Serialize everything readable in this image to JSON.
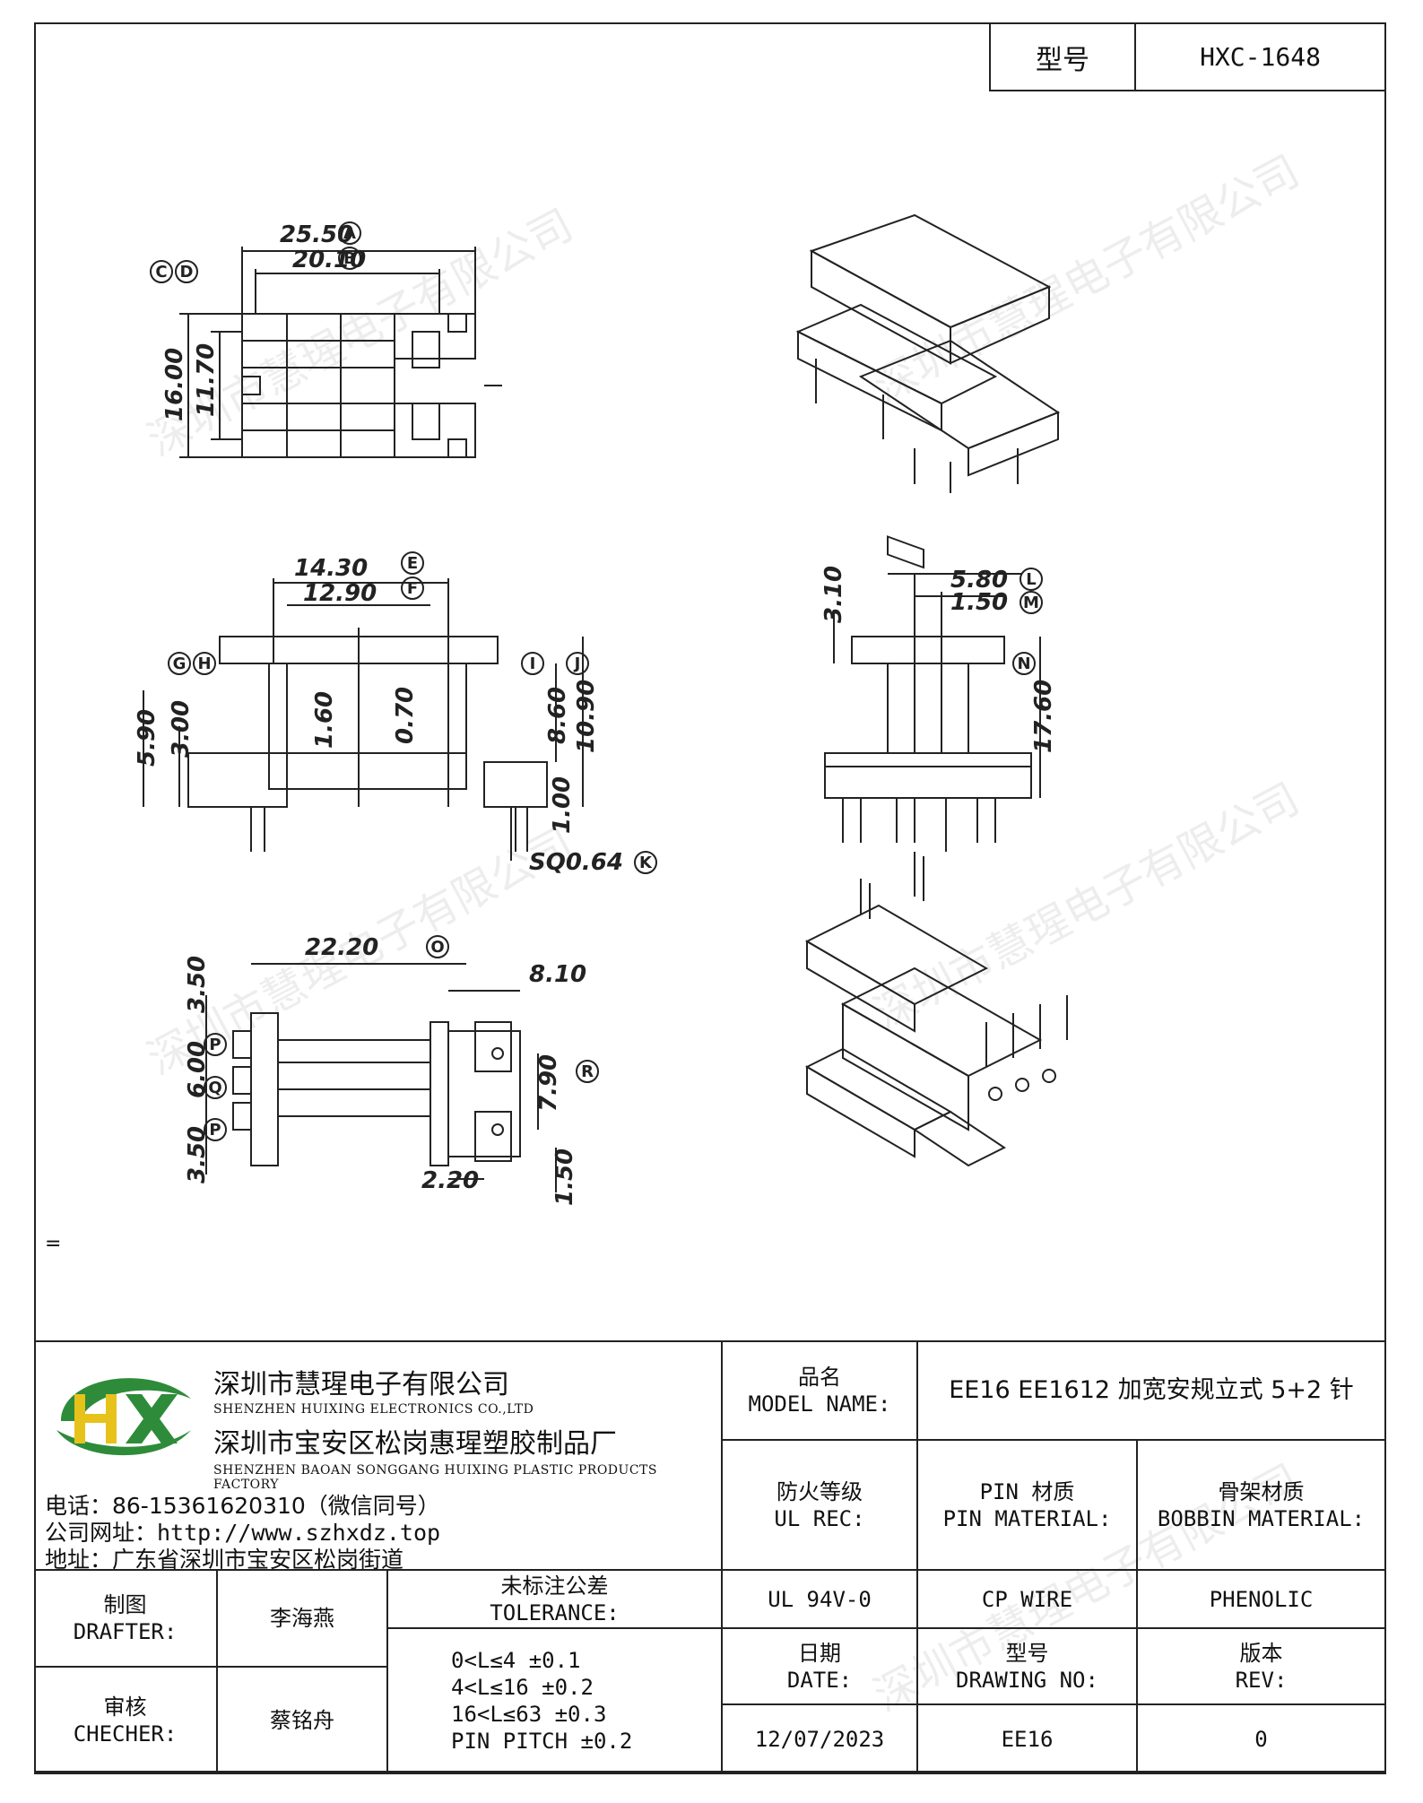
{
  "model_label": "型号",
  "model_value": "HXC-1648",
  "watermark": "深圳市慧瑆电子有限公司",
  "dims": {
    "A": "25.50",
    "B": "20.10",
    "C": "16.00",
    "D": "11.70",
    "E": "14.30",
    "F": "12.90",
    "G": "5.90",
    "H": "3.00",
    "I": "8.60",
    "J": "10.90",
    "core1": "1.60",
    "core2": "0.70",
    "pin_len": "1.00",
    "pin_sq": "SQ0.64",
    "L": "5.80",
    "M": "1.50",
    "N": "17.60",
    "top": "3.10",
    "O": "22.20",
    "P": "3.50",
    "Q": "6.00",
    "R": "7.90",
    "right1": "8.10",
    "bottom1": "2.20",
    "bottom2": "1.50",
    "P2": "3.50"
  },
  "markers": {
    "A": "A",
    "B": "B",
    "C": "C",
    "D": "D",
    "E": "E",
    "F": "F",
    "G": "G",
    "H": "H",
    "I": "I",
    "J": "J",
    "K": "K",
    "L": "L",
    "M": "M",
    "N": "N",
    "O": "O",
    "P": "P",
    "Q": "Q",
    "R": "R"
  },
  "eq": "=",
  "company": {
    "cn1": "深圳市慧瑆电子有限公司",
    "en1": "SHENZHEN HUIXING ELECTRONICS CO.,LTD",
    "cn2": "深圳市宝安区松岗惠瑆塑胶制品厂",
    "en2": "SHENZHEN BAOAN SONGGANG HUIXING PLASTIC PRODUCTS FACTORY",
    "phone": "电话：86-15361620310（微信同号）",
    "web": "公司网址：http://www.szhxdz.top",
    "addr": "地址：广东省深圳市宝安区松岗街道"
  },
  "model_name": {
    "cn": "品名",
    "en": "MODEL NAME:",
    "value": "EE16 EE1612 加宽安规立式 5+2 针"
  },
  "ul": {
    "cn": "防火等级",
    "en": "UL REC:",
    "value": "UL 94V-0"
  },
  "pin_mat": {
    "cn": "PIN 材质",
    "en": "PIN MATERIAL:",
    "value": "CP WIRE"
  },
  "bobbin_mat": {
    "cn": "骨架材质",
    "en": "BOBBIN MATERIAL:",
    "value": "PHENOLIC"
  },
  "drafter": {
    "cn": "制图",
    "en": "DRAFTER:",
    "value": "李海燕"
  },
  "checker": {
    "cn": "审核",
    "en": "CHECHER:",
    "value": "蔡铭舟"
  },
  "tolerance": {
    "cn": "未标注公差",
    "en": "TOLERANCE:",
    "lines": [
      "0<L≤4  ±0.1",
      "4<L≤16  ±0.2",
      "16<L≤63  ±0.3",
      "PIN PITCH  ±0.2"
    ]
  },
  "date": {
    "cn": "日期",
    "en": "DATE:",
    "value": "12/07/2023"
  },
  "drawing_no": {
    "cn": "型号",
    "en": "DRAWING NO:",
    "value": "EE16"
  },
  "rev": {
    "cn": "版本",
    "en": "REV:",
    "value": "0"
  }
}
